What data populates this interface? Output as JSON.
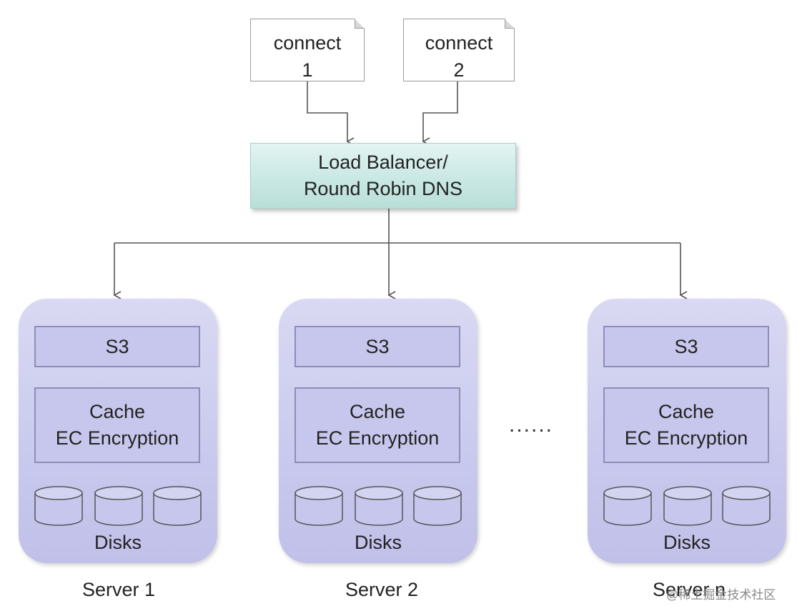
{
  "connects": [
    {
      "id": "connect-1",
      "label": "connect\n1"
    },
    {
      "id": "connect-2",
      "label": "connect\n2"
    }
  ],
  "load_balancer": {
    "label": "Load Balancer/\nRound Robin DNS"
  },
  "servers": [
    {
      "name": "Server 1",
      "s3": "S3",
      "cache": "Cache\nEC Encryption",
      "disks_label": "Disks"
    },
    {
      "name": "Server 2",
      "s3": "S3",
      "cache": "Cache\nEC Encryption",
      "disks_label": "Disks"
    },
    {
      "name": "Server n",
      "s3": "S3",
      "cache": "Cache\nEC Encryption",
      "disks_label": "Disks"
    }
  ],
  "ellipsis": "......",
  "watermark": "@稀土掘金技术社区",
  "colors": {
    "server_fill": "#c9c9ee",
    "server_box_border": "#8d8db8",
    "load_balancer_fill": "#c9e8e4",
    "connector": "#555555"
  }
}
